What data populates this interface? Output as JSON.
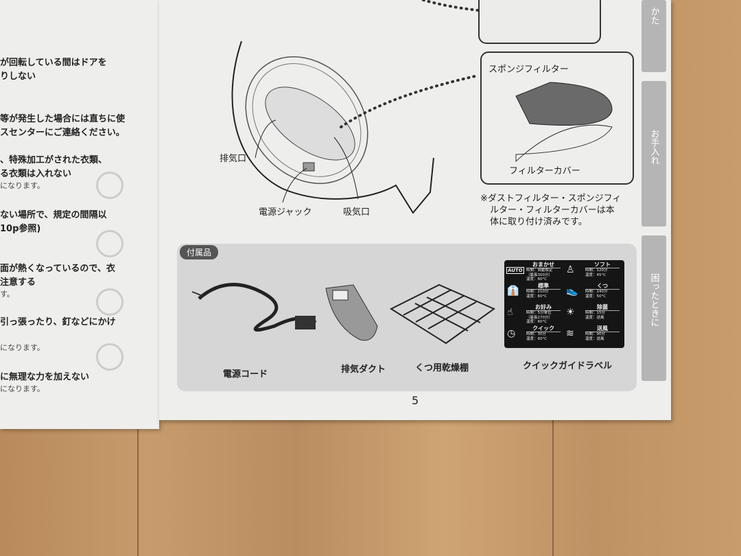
{
  "left_page": {
    "lines": [
      {
        "text": "が回転している間はドアを",
        "bold": true
      },
      {
        "text": "りしない",
        "bold": true
      },
      {
        "text": "等が発生した場合には直ちに使",
        "bold": true
      },
      {
        "text": "スセンターにご連絡ください。",
        "bold": true
      },
      {
        "text": "、特殊加工がされた衣類、",
        "bold": true
      },
      {
        "text": "る衣類は入れない",
        "bold": true
      },
      {
        "text": "になります。",
        "bold": false
      },
      {
        "text": "ない場所で、規定の間隔以",
        "bold": true
      },
      {
        "text": "10p参照)",
        "bold": true
      },
      {
        "text": "面が熱くなっているので、衣",
        "bold": true
      },
      {
        "text": "注意する",
        "bold": true
      },
      {
        "text": "す。",
        "bold": false
      },
      {
        "text": "引っ張ったり、釘などにかけ",
        "bold": true
      },
      {
        "text": "になります。",
        "bold": false
      },
      {
        "text": "に無理な力を加えない",
        "bold": true
      },
      {
        "text": "になります。",
        "bold": false
      }
    ]
  },
  "diagram": {
    "exhaust": "排気口",
    "power_jack": "電源ジャック",
    "intake": "吸気口",
    "sponge_filter": "スポンジフィルター",
    "filter_cover": "フィルターカバー",
    "note": [
      "※ダストフィルター・スポンジフィ",
      "ルター・フィルターカバーは本",
      "体に取り付け済みです。"
    ]
  },
  "side_tabs": [
    "かた",
    "お手入れ",
    "困ったときに"
  ],
  "accessories": {
    "title": "付属品",
    "items": [
      "電源コード",
      "排気ダクト",
      "くつ用乾燥棚",
      "クイックガイドラベル"
    ]
  },
  "guide_label": {
    "auto_badge": "AUTO",
    "modes": [
      {
        "name": "おまかせ",
        "detail": "時間：自動設定\n（最長300分）\n温度：60°C",
        "icon": "auto-icon"
      },
      {
        "name": "ソフト",
        "detail": "時間：120分\n温度：45°C",
        "icon": "dress-icon"
      },
      {
        "name": "標準",
        "detail": "時間：210分\n温度：60°C",
        "icon": "shirt-icon"
      },
      {
        "name": "くつ",
        "detail": "時間：240分\n温度：50°C",
        "icon": "shoe-icon"
      },
      {
        "name": "お好み",
        "detail": "時間：5分単位\n（最長270分）\n温度：60°C",
        "icon": "hand-icon"
      },
      {
        "name": "除菌",
        "detail": "時間：15分\n温度：送風",
        "icon": "uv-icon"
      },
      {
        "name": "クイック",
        "detail": "時間：30分\n温度：60°C",
        "icon": "clock-icon"
      },
      {
        "name": "送風",
        "detail": "時間：90分\n温度：送風",
        "icon": "wind-icon"
      }
    ]
  },
  "page_number": "5"
}
